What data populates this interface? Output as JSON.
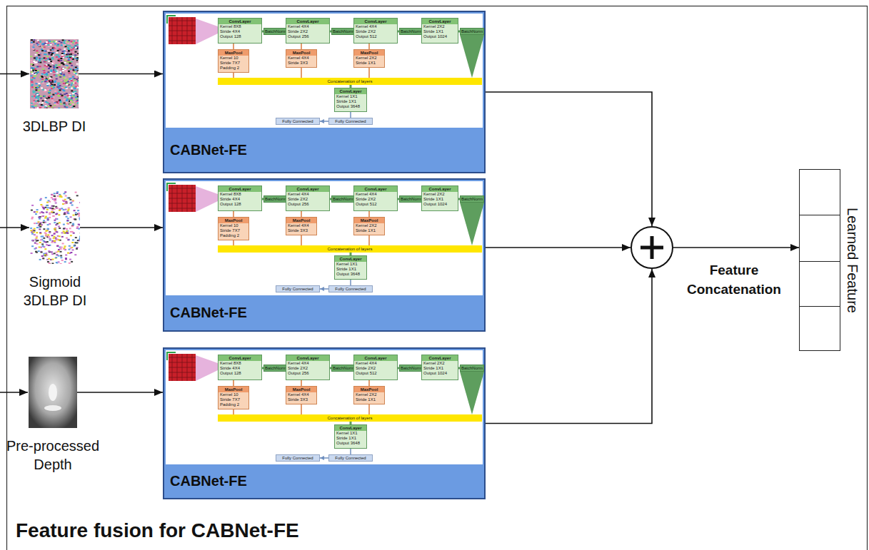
{
  "diagram": {
    "title": "Feature fusion for CABNet-FE",
    "nodes": [
      {
        "text": [
          "3DLBP DI"
        ]
      },
      {
        "text": [
          "Sigmoid 3DLBP DI"
        ]
      },
      {
        "text": [
          "Pre-processed Depth"
        ]
      },
      {
        "text": [
          "CABNet-FE"
        ]
      },
      {
        "text": [
          "ConvLayer",
          "Kernel 8X8",
          "Stride 4X4",
          "Output 128"
        ],
        "in": 3
      },
      {
        "text": [
          "BatchNorm"
        ],
        "in": 3
      },
      {
        "text": [
          "ConvLayer",
          "Kernel 4X4",
          "Stride 2X2",
          "Output 256"
        ],
        "in": 3
      },
      {
        "text": [
          "BatchNorm"
        ],
        "in": 3
      },
      {
        "text": [
          "ConvLayer",
          "Kernel 4X4",
          "Stride 2X2",
          "Output 512"
        ],
        "in": 3
      },
      {
        "text": [
          "BatchNorm"
        ],
        "in": 3
      },
      {
        "text": [
          "ConvLayer",
          "Kernel 2X2",
          "Stride 1X1",
          "Output 1024"
        ],
        "in": 3
      },
      {
        "text": [
          "BatchNorm"
        ],
        "in": 3
      },
      {
        "text": [
          "MaxPool",
          "Kernel 10",
          "Stride 7X7",
          "Padding 2"
        ],
        "in": 3
      },
      {
        "text": [
          "MaxPool",
          "Kernel 4X4",
          "Stride 3X3"
        ],
        "in": 3
      },
      {
        "text": [
          "MaxPool",
          "Kernel 2X2",
          "Stride 1X1"
        ],
        "in": 3
      },
      {
        "text": [
          "Concatenation of layers"
        ],
        "in": 3
      },
      {
        "text": [
          "ConvLayer",
          "Kernel 1X1",
          "Stride 1X1",
          "Output 3648"
        ],
        "in": 3
      },
      {
        "text": [
          "Fully Connected"
        ],
        "in": 3
      },
      {
        "text": [
          "Fully Connected"
        ],
        "in": 3
      },
      {
        "text": [
          "CABNet-FE"
        ]
      },
      {
        "text": [
          "ConvLayer",
          "Kernel 8X8",
          "Stride 4X4",
          "Output 128"
        ],
        "in": 19
      },
      {
        "text": [
          "BatchNorm"
        ],
        "in": 19
      },
      {
        "text": [
          "ConvLayer",
          "Kernel 4X4",
          "Stride 2X2",
          "Output 256"
        ],
        "in": 19
      },
      {
        "text": [
          "BatchNorm"
        ],
        "in": 19
      },
      {
        "text": [
          "ConvLayer",
          "Kernel 4X4",
          "Stride 2X2",
          "Output 512"
        ],
        "in": 19
      },
      {
        "text": [
          "BatchNorm"
        ],
        "in": 19
      },
      {
        "text": [
          "ConvLayer",
          "Kernel 2X2",
          "Stride 1X1",
          "Output 1024"
        ],
        "in": 19
      },
      {
        "text": [
          "BatchNorm"
        ],
        "in": 19
      },
      {
        "text": [
          "MaxPool",
          "Kernel 10",
          "Stride 7X7",
          "Padding 2"
        ],
        "in": 19
      },
      {
        "text": [
          "MaxPool",
          "Kernel 4X4",
          "Stride 3X3"
        ],
        "in": 19
      },
      {
        "text": [
          "MaxPool",
          "Kernel 2X2",
          "Stride 1X1"
        ],
        "in": 19
      },
      {
        "text": [
          "Concatenation of layers"
        ],
        "in": 19
      },
      {
        "text": [
          "ConvLayer",
          "Kernel 1X1",
          "Stride 1X1",
          "Output 3648"
        ],
        "in": 19
      },
      {
        "text": [
          "Fully Connected"
        ],
        "in": 19
      },
      {
        "text": [
          "Fully Connected"
        ],
        "in": 19
      },
      {
        "text": [
          "CABNet-FE"
        ]
      },
      {
        "text": [
          "ConvLayer",
          "Kernel 8X8",
          "Stride 4X4",
          "Output 128"
        ],
        "in": 35
      },
      {
        "text": [
          "BatchNorm"
        ],
        "in": 35
      },
      {
        "text": [
          "ConvLayer",
          "Kernel 4X4",
          "Stride 2X2",
          "Output 256"
        ],
        "in": 35
      },
      {
        "text": [
          "BatchNorm"
        ],
        "in": 35
      },
      {
        "text": [
          "ConvLayer",
          "Kernel 4X4",
          "Stride 2X2",
          "Output 512"
        ],
        "in": 35
      },
      {
        "text": [
          "BatchNorm"
        ],
        "in": 35
      },
      {
        "text": [
          "ConvLayer",
          "Kernel 2X2",
          "Stride 1X1",
          "Output 1024"
        ],
        "in": 35
      },
      {
        "text": [
          "BatchNorm"
        ],
        "in": 35
      },
      {
        "text": [
          "MaxPool",
          "Kernel 10",
          "Stride 7X7",
          "Padding 2"
        ],
        "in": 35
      },
      {
        "text": [
          "MaxPool",
          "Kernel 4X4",
          "Stride 3X3"
        ],
        "in": 35
      },
      {
        "text": [
          "MaxPool",
          "Kernel 2X2",
          "Stride 1X1"
        ],
        "in": 35
      },
      {
        "text": [
          "Concatenation of layers"
        ],
        "in": 35
      },
      {
        "text": [
          "ConvLayer",
          "Kernel 1X1",
          "Stride 1X1",
          "Output 3648"
        ],
        "in": 35
      },
      {
        "text": [
          "Fully Connected"
        ],
        "in": 35
      },
      {
        "text": [
          "Fully Connected"
        ],
        "in": 35
      },
      {
        "text": [
          "Feature Concatenation"
        ]
      },
      {
        "text": [
          "Learned Feature"
        ]
      }
    ],
    "edges": [
      {
        "from": 0,
        "to": 3,
        "arrow": "to"
      },
      {
        "from": 1,
        "to": 19,
        "arrow": "to"
      },
      {
        "from": 2,
        "to": 35,
        "arrow": "to"
      },
      {
        "from": 4,
        "to": 5,
        "arrow": "none"
      },
      {
        "from": 5,
        "to": 6,
        "arrow": "none"
      },
      {
        "from": 6,
        "to": 7,
        "arrow": "none"
      },
      {
        "from": 7,
        "to": 8,
        "arrow": "none"
      },
      {
        "from": 8,
        "to": 9,
        "arrow": "none"
      },
      {
        "from": 9,
        "to": 10,
        "arrow": "none"
      },
      {
        "from": 10,
        "to": 11,
        "arrow": "none"
      },
      {
        "from": 4,
        "to": 12,
        "arrow": "none"
      },
      {
        "from": 6,
        "to": 13,
        "arrow": "none"
      },
      {
        "from": 8,
        "to": 14,
        "arrow": "none"
      },
      {
        "from": 12,
        "to": 15,
        "arrow": "none"
      },
      {
        "from": 13,
        "to": 15,
        "arrow": "none"
      },
      {
        "from": 14,
        "to": 15,
        "arrow": "none"
      },
      {
        "from": 11,
        "to": 15,
        "arrow": "none"
      },
      {
        "from": 15,
        "to": 16,
        "arrow": "none"
      },
      {
        "from": 16,
        "to": 18,
        "arrow": "none"
      },
      {
        "from": 18,
        "to": 17,
        "arrow": "to"
      },
      {
        "from": 20,
        "to": 21,
        "arrow": "none"
      },
      {
        "from": 21,
        "to": 22,
        "arrow": "none"
      },
      {
        "from": 22,
        "to": 23,
        "arrow": "none"
      },
      {
        "from": 23,
        "to": 24,
        "arrow": "none"
      },
      {
        "from": 24,
        "to": 25,
        "arrow": "none"
      },
      {
        "from": 25,
        "to": 26,
        "arrow": "none"
      },
      {
        "from": 26,
        "to": 27,
        "arrow": "none"
      },
      {
        "from": 20,
        "to": 28,
        "arrow": "none"
      },
      {
        "from": 22,
        "to": 29,
        "arrow": "none"
      },
      {
        "from": 24,
        "to": 30,
        "arrow": "none"
      },
      {
        "from": 28,
        "to": 31,
        "arrow": "none"
      },
      {
        "from": 29,
        "to": 31,
        "arrow": "none"
      },
      {
        "from": 30,
        "to": 31,
        "arrow": "none"
      },
      {
        "from": 27,
        "to": 31,
        "arrow": "none"
      },
      {
        "from": 31,
        "to": 32,
        "arrow": "none"
      },
      {
        "from": 32,
        "to": 34,
        "arrow": "none"
      },
      {
        "from": 34,
        "to": 33,
        "arrow": "to"
      },
      {
        "from": 36,
        "to": 37,
        "arrow": "none"
      },
      {
        "from": 37,
        "to": 38,
        "arrow": "none"
      },
      {
        "from": 38,
        "to": 39,
        "arrow": "none"
      },
      {
        "from": 39,
        "to": 40,
        "arrow": "none"
      },
      {
        "from": 40,
        "to": 41,
        "arrow": "none"
      },
      {
        "from": 41,
        "to": 42,
        "arrow": "none"
      },
      {
        "from": 42,
        "to": 43,
        "arrow": "none"
      },
      {
        "from": 36,
        "to": 44,
        "arrow": "none"
      },
      {
        "from": 38,
        "to": 45,
        "arrow": "none"
      },
      {
        "from": 40,
        "to": 46,
        "arrow": "none"
      },
      {
        "from": 44,
        "to": 47,
        "arrow": "none"
      },
      {
        "from": 45,
        "to": 47,
        "arrow": "none"
      },
      {
        "from": 46,
        "to": 47,
        "arrow": "none"
      },
      {
        "from": 43,
        "to": 47,
        "arrow": "none"
      },
      {
        "from": 47,
        "to": 48,
        "arrow": "none"
      },
      {
        "from": 48,
        "to": 50,
        "arrow": "none"
      },
      {
        "from": 50,
        "to": 49,
        "arrow": "to"
      },
      {
        "from": 3,
        "to": 51,
        "arrow": "to"
      },
      {
        "from": 19,
        "to": 51,
        "arrow": "to"
      },
      {
        "from": 35,
        "to": 51,
        "arrow": "to"
      },
      {
        "from": 51,
        "to": 52,
        "arrow": "to"
      }
    ]
  }
}
